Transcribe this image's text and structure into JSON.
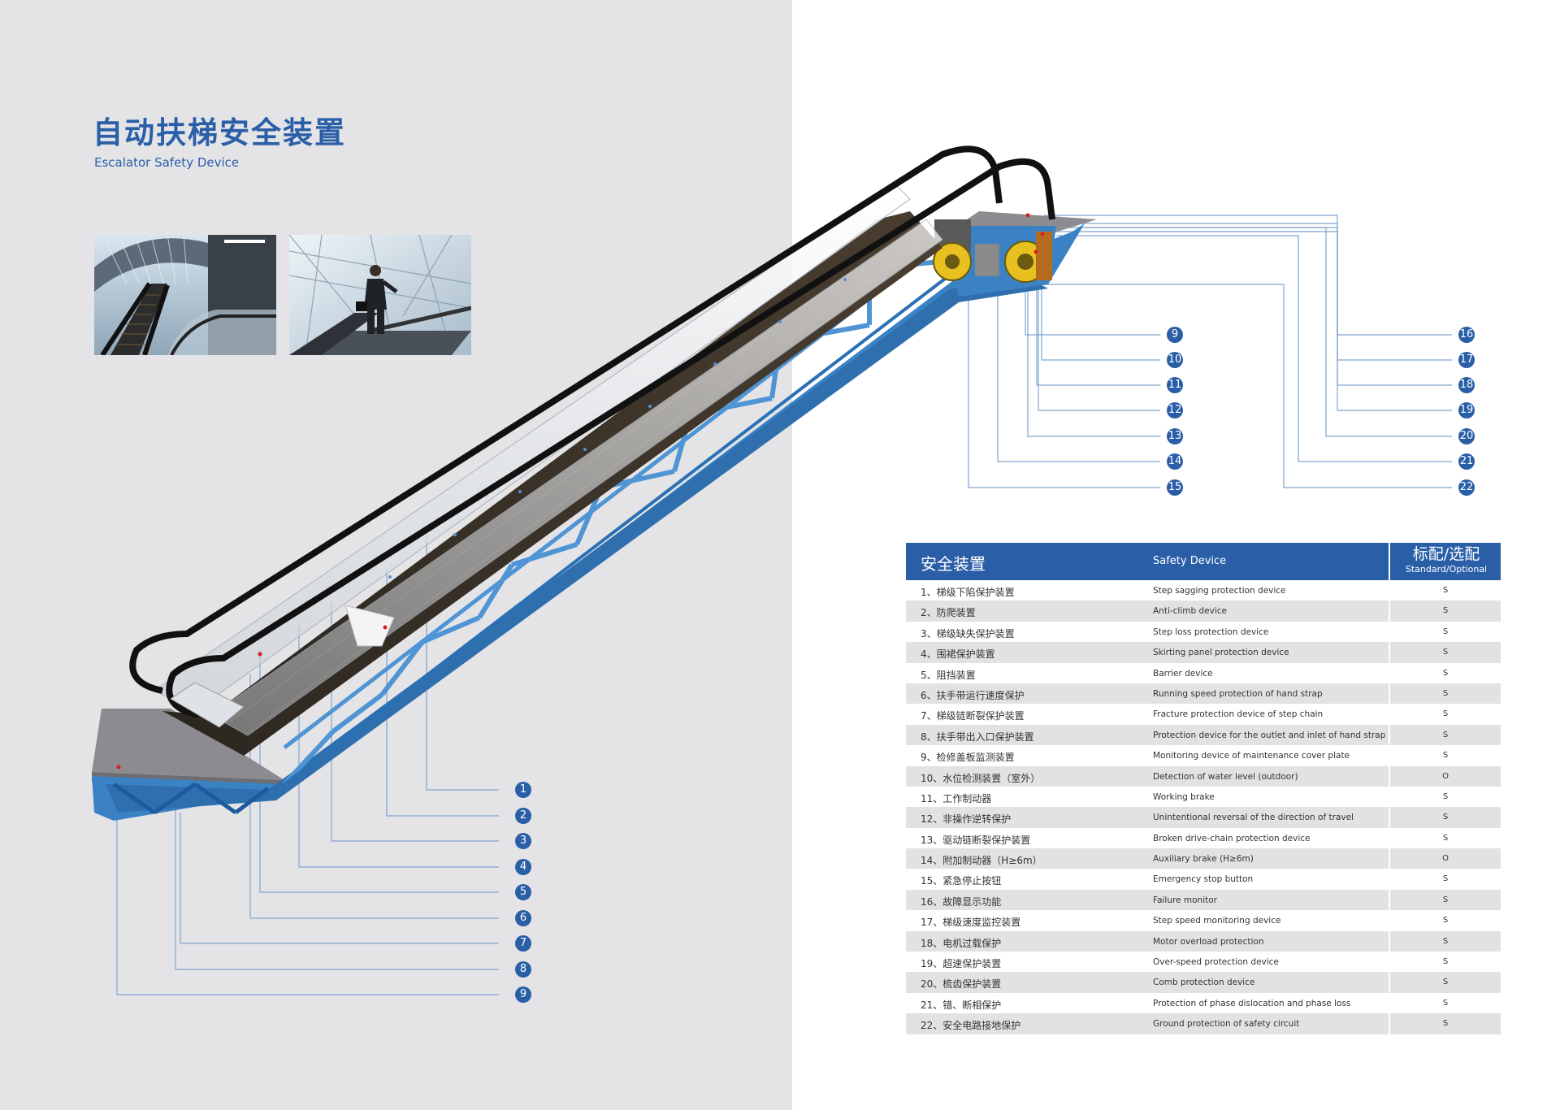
{
  "header": {
    "title_cn": "自动扶梯安全装置",
    "title_en": "Escalator Safety Device"
  },
  "photos": [
    {
      "name": "escalator-tunnel-photo"
    },
    {
      "name": "businessman-escalator-photo"
    }
  ],
  "callouts": [
    "1",
    "2",
    "3",
    "4",
    "5",
    "6",
    "7",
    "8",
    "9",
    "9",
    "10",
    "11",
    "12",
    "13",
    "14",
    "15",
    "16",
    "17",
    "18",
    "19",
    "20",
    "21",
    "22"
  ],
  "table": {
    "header_cn": "安全装置",
    "header_en": "Safety Device",
    "header_opt_cn": "标配/选配",
    "header_opt_en": "Standard/Optional",
    "rows": [
      {
        "cn": "1、梯级下陷保护装置",
        "en": "Step sagging protection device",
        "opt": "S"
      },
      {
        "cn": "2、防爬装置",
        "en": "Anti-climb device",
        "opt": "S"
      },
      {
        "cn": "3、梯级缺失保护装置",
        "en": "Step loss protection device",
        "opt": "S"
      },
      {
        "cn": "4、围裙保护装置",
        "en": "Skirting panel protection device",
        "opt": "S"
      },
      {
        "cn": "5、阻挡装置",
        "en": "Barrier device",
        "opt": "S"
      },
      {
        "cn": "6、扶手带运行速度保护",
        "en": "Running speed protection of hand strap",
        "opt": "S"
      },
      {
        "cn": "7、梯级链断裂保护装置",
        "en": "Fracture protection device of step chain",
        "opt": "S"
      },
      {
        "cn": "8、扶手带出入口保护装置",
        "en": "Protection device for the outlet and inlet of hand strap",
        "opt": "S"
      },
      {
        "cn": "9、检修盖板监测装置",
        "en": "Monitoring device of maintenance cover plate",
        "opt": "S"
      },
      {
        "cn": "10、水位检测装置（室外）",
        "en": "Detection of water level (outdoor)",
        "opt": "O"
      },
      {
        "cn": "11、工作制动器",
        "en": "Working brake",
        "opt": "S"
      },
      {
        "cn": "12、非操作逆转保护",
        "en": "Unintentional reversal of the direction of travel",
        "opt": "S"
      },
      {
        "cn": "13、驱动链断裂保护装置",
        "en": "Broken drive-chain protection device",
        "opt": "S"
      },
      {
        "cn": "14、附加制动器（H≥6m）",
        "en": "Auxiliary brake (H≥6m)",
        "opt": "O"
      },
      {
        "cn": "15、紧急停止按钮",
        "en": "Emergency stop button",
        "opt": "S"
      },
      {
        "cn": "16、故障显示功能",
        "en": "Failure monitor",
        "opt": "S"
      },
      {
        "cn": "17、梯级速度监控装置",
        "en": "Step speed monitoring device",
        "opt": "S"
      },
      {
        "cn": "18、电机过载保护",
        "en": "Motor overload protection",
        "opt": "S"
      },
      {
        "cn": "19、超速保护装置",
        "en": "Over-speed protection device",
        "opt": "S"
      },
      {
        "cn": "20、梳齿保护装置",
        "en": "Comb protection device",
        "opt": "S"
      },
      {
        "cn": "21、错、断相保护",
        "en": "Protection of phase dislocation and phase loss",
        "opt": "S"
      },
      {
        "cn": "22、安全电路接地保护",
        "en": "Ground protection of safety circuit",
        "opt": "S"
      }
    ]
  },
  "colors": {
    "brand_blue": "#2a5fa8",
    "truss_blue": "#3b82c4",
    "callout_line": "#7fa3cf",
    "left_bg": "#e4e4e6"
  }
}
